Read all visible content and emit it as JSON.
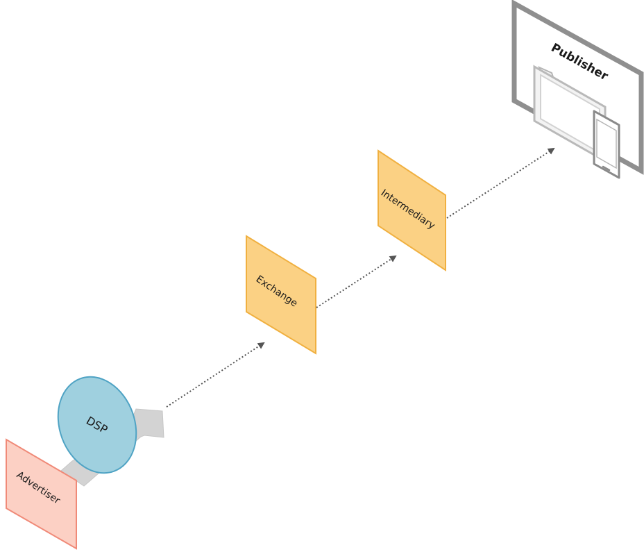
{
  "nodes": {
    "advertiser": {
      "label": "Advertiser",
      "color": "#fcd0c4",
      "stroke": "#f08a78"
    },
    "dsp": {
      "label": "DSP",
      "color": "#9fd0df",
      "stroke": "#4fa3c4"
    },
    "exchange": {
      "label": "Exchange",
      "color": "#fbd184",
      "stroke": "#f0b040"
    },
    "intermediary": {
      "label": "Intermediary",
      "color": "#fbd184",
      "stroke": "#f0b040"
    },
    "publisher": {
      "label": "Publisher",
      "color": "#ffffff",
      "stroke": "#8e8e8e"
    }
  },
  "connector_color": "#555555",
  "big_arrow_color": "#d3d3d3",
  "icons": [
    "laptop-icon",
    "smartphone-icon"
  ]
}
